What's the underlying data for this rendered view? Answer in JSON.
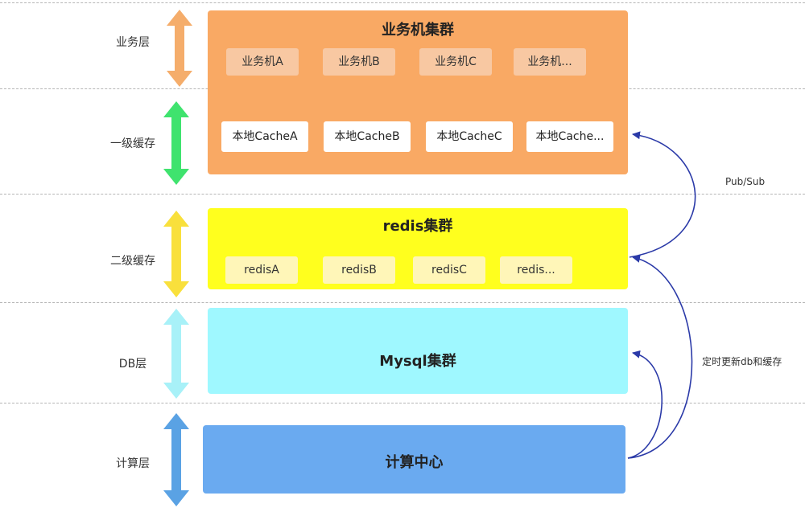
{
  "layers": {
    "business": "业务层",
    "l1_cache": "一级缓存",
    "l2_cache": "二级缓存",
    "db": "DB层",
    "compute": "计算层"
  },
  "business_cluster": {
    "title": "业务机集群",
    "machines": [
      "业务机A",
      "业务机B",
      "业务机C",
      "业务机..."
    ],
    "local_caches": [
      "本地CacheA",
      "本地CacheB",
      "本地CacheC",
      "本地Cache..."
    ]
  },
  "redis_cluster": {
    "title": "redis集群",
    "nodes": [
      "redisA",
      "redisB",
      "redisC",
      "redis..."
    ]
  },
  "mysql_cluster": {
    "title": "Mysql集群"
  },
  "compute_center": {
    "title": "计算中心"
  },
  "annotations": {
    "pubsub": "Pub/Sub",
    "update": "定时更新db和缓存"
  },
  "colors": {
    "business": "#f9a964",
    "redis": "#ffff1e",
    "mysql": "#9ff8ff",
    "compute": "#6aaaf0",
    "arrow_business": "#f5ad6b",
    "arrow_l1": "#3fe36e",
    "arrow_l2": "#f9e03c",
    "arrow_db": "#a8f1f8",
    "arrow_compute": "#5aa2e4",
    "connector": "#2b3aa8"
  }
}
